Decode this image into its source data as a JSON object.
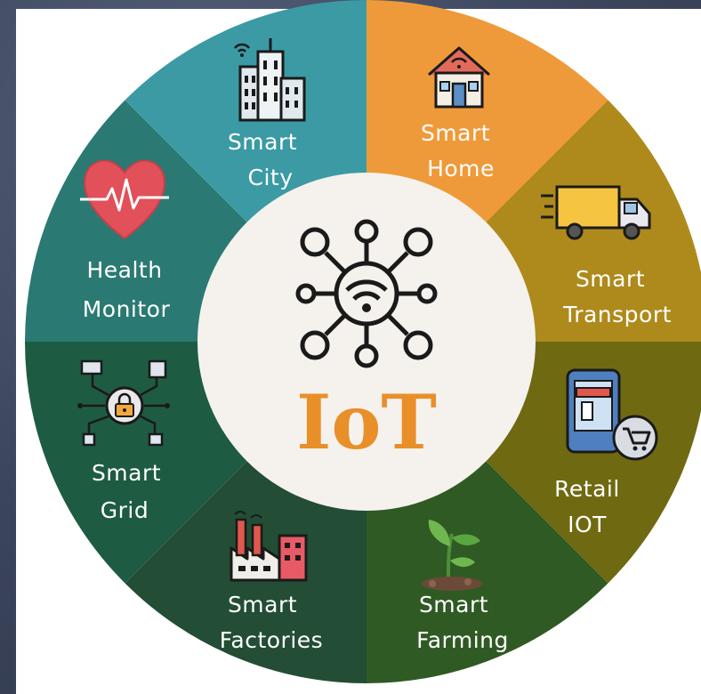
{
  "center": {
    "title": "IoT",
    "icon": "iot-network-wifi-icon"
  },
  "segments": [
    {
      "id": "smart-home",
      "lines": [
        "Smart",
        "Home"
      ],
      "color": "#ef9a3a",
      "icon": "house-icon"
    },
    {
      "id": "smart-transport",
      "lines": [
        "Smart",
        "Transport"
      ],
      "color": "#ae8a1c",
      "icon": "delivery-truck-icon"
    },
    {
      "id": "retail-iot",
      "lines": [
        "Retail",
        "IOT"
      ],
      "color": "#6f6a12",
      "icon": "mobile-store-cart-icon"
    },
    {
      "id": "smart-farming",
      "lines": [
        "Smart",
        "Farming"
      ],
      "color": "#2f5a24",
      "icon": "sprout-icon"
    },
    {
      "id": "smart-factories",
      "lines": [
        "Smart",
        "Factories"
      ],
      "color": "#234d35",
      "icon": "factory-icon"
    },
    {
      "id": "smart-grid",
      "lines": [
        "Smart",
        "Grid"
      ],
      "color": "#1e5b43",
      "icon": "grid-lock-network-icon"
    },
    {
      "id": "health-monitor",
      "lines": [
        "Health",
        "Monitor"
      ],
      "color": "#2a7a73",
      "icon": "heart-pulse-icon"
    },
    {
      "id": "smart-city",
      "lines": [
        "Smart",
        "City"
      ],
      "color": "#3b9aa4",
      "icon": "city-buildings-icon"
    }
  ]
}
